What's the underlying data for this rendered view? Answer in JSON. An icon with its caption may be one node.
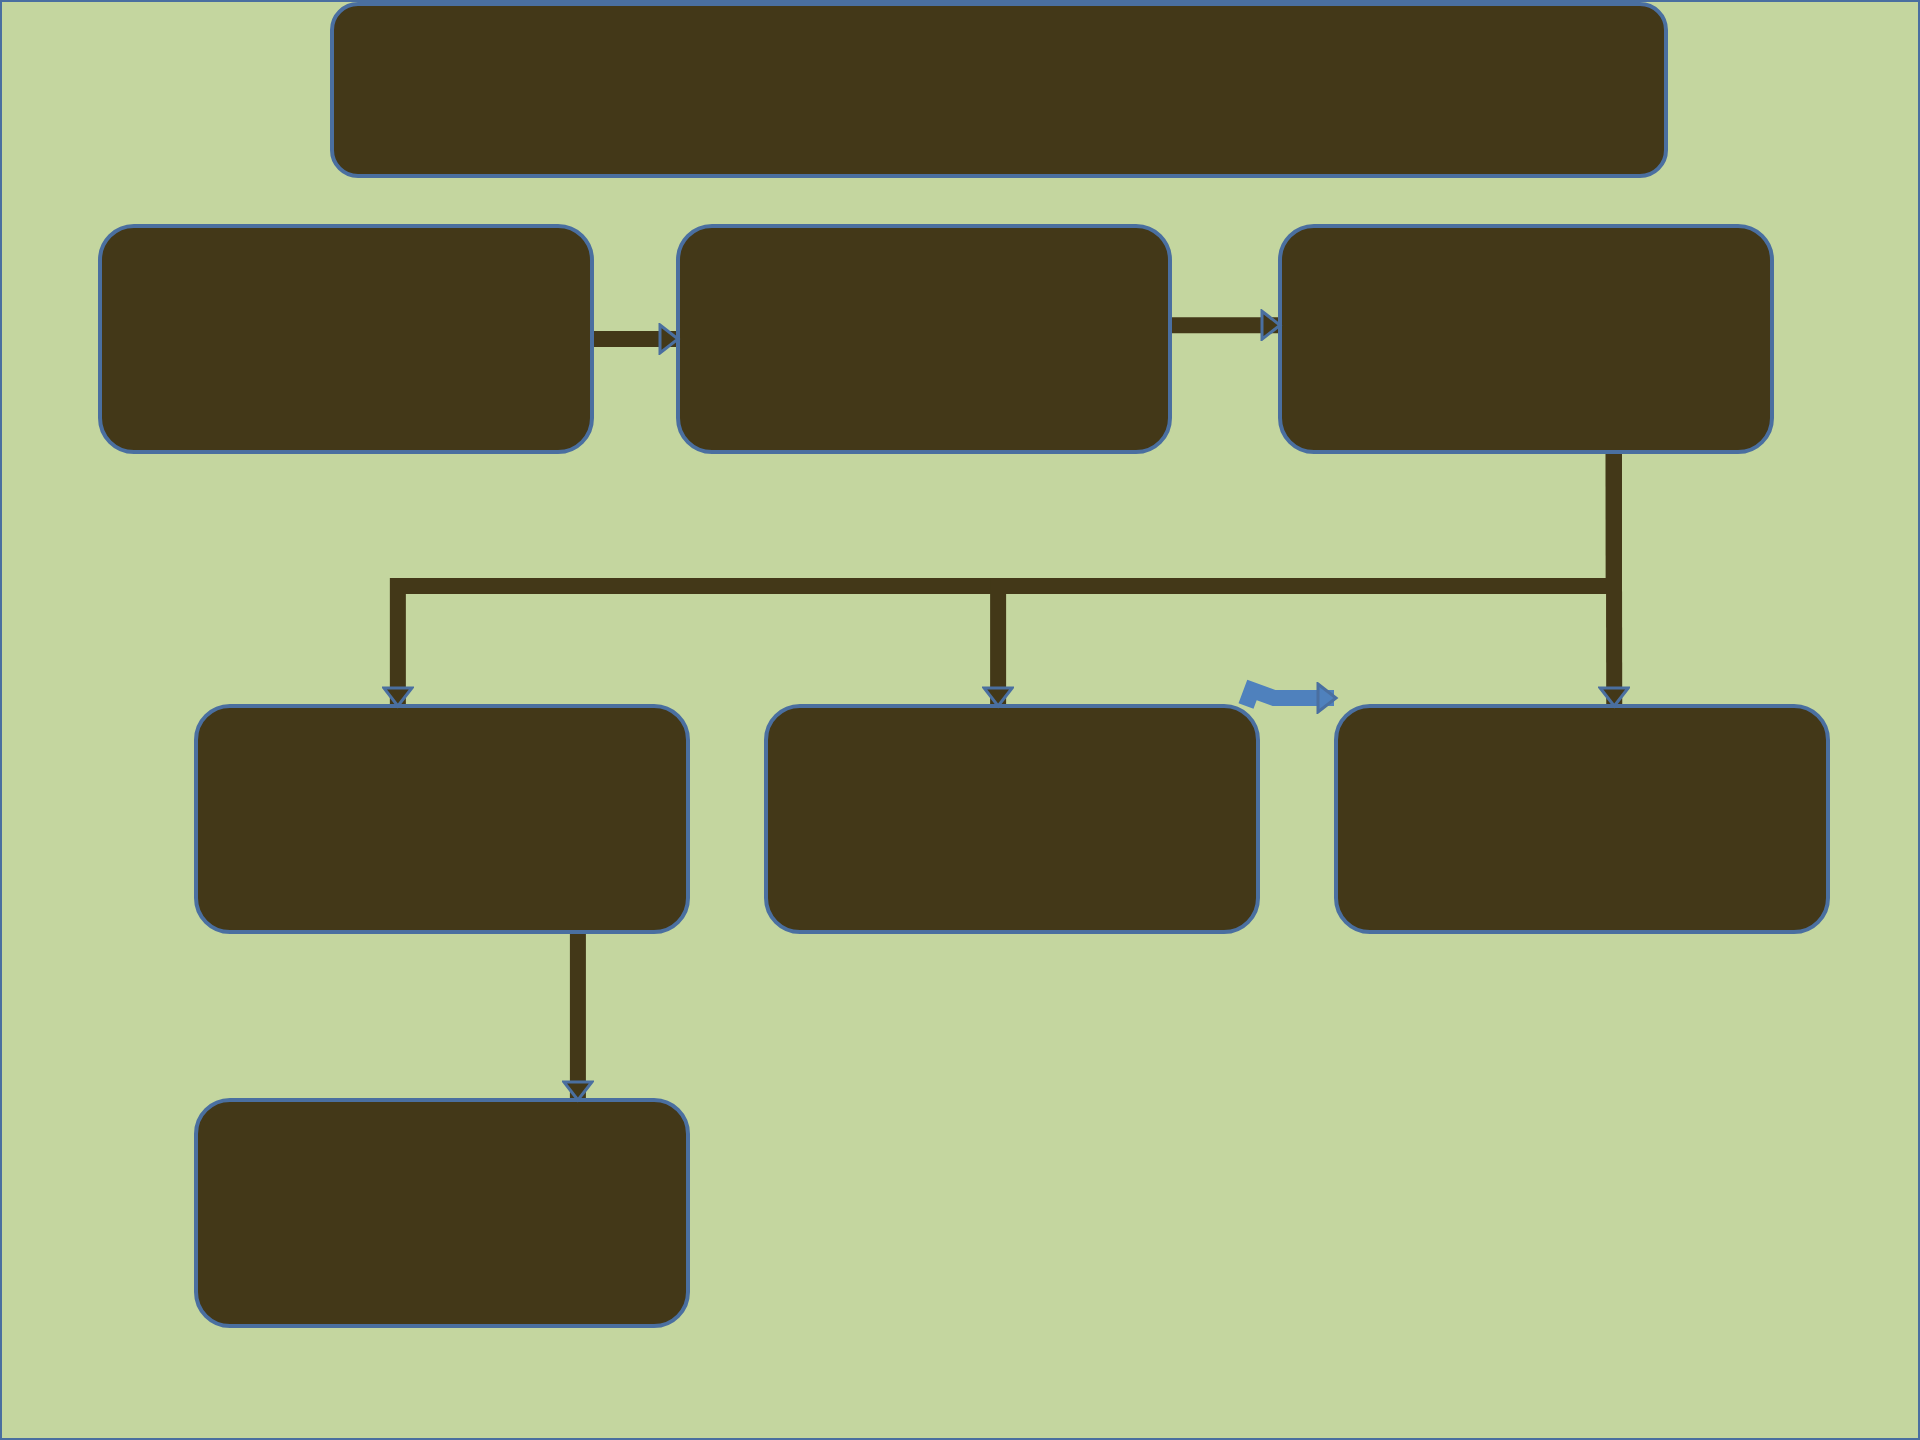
{
  "diagram": {
    "nodes": [
      {
        "text": [],
        "shape": "box"
      },
      {
        "text": [],
        "shape": "box"
      },
      {
        "text": [],
        "shape": "box"
      },
      {
        "text": [],
        "shape": "box"
      },
      {
        "text": [],
        "shape": "box"
      },
      {
        "text": [],
        "shape": "box"
      },
      {
        "text": [],
        "shape": "box"
      },
      {
        "text": [],
        "shape": "box"
      }
    ],
    "edges": [
      {
        "from": 1,
        "to": 2,
        "arrow": "to"
      },
      {
        "from": 2,
        "to": 3,
        "arrow": "to"
      },
      {
        "from": 3,
        "to": 4,
        "arrow": "to"
      },
      {
        "from": 3,
        "to": 5,
        "arrow": "to"
      },
      {
        "from": 3,
        "to": 6,
        "arrow": "to"
      },
      {
        "from": 4,
        "to": 7,
        "arrow": "to"
      },
      {
        "from": 5,
        "to": 6,
        "arrow": "to",
        "color": "#4f81bd"
      }
    ]
  }
}
